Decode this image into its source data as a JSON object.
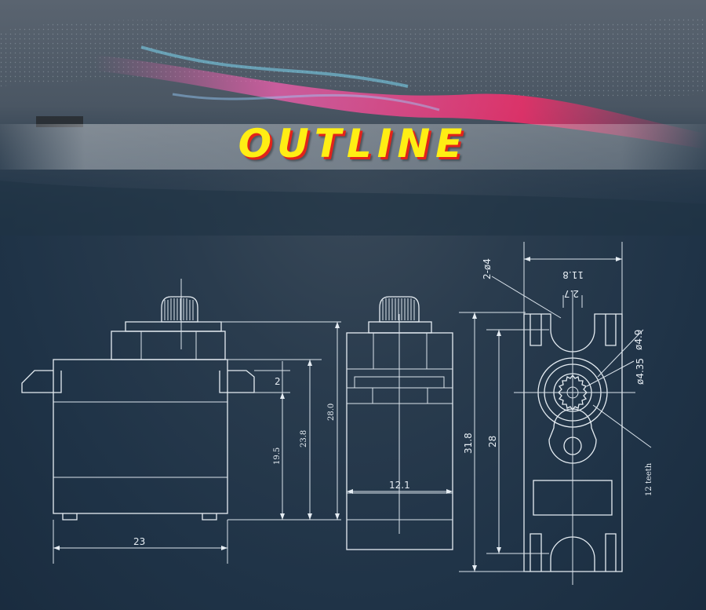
{
  "title": "OUTLINE",
  "dimensions": {
    "width_front": "23",
    "height_mount": "2",
    "height_to_flange": "19.5",
    "height_flange_top": "23.8",
    "height_total": "28.0",
    "width_side": "12.1",
    "length_overall": "31.8",
    "mounting_spacing": "28",
    "flange_width": "11.8",
    "slot_width": "2.7",
    "mounting_holes": "2-ø4",
    "spline_diameter_outer": "ø4.9",
    "spline_diameter_inner": "ø4.35",
    "spline_teeth": "12 teeth"
  },
  "colors": {
    "title_fill": "#ffee14",
    "title_shadow": "#e2231a",
    "line": "#e6edf3",
    "background": "#1f3347"
  }
}
